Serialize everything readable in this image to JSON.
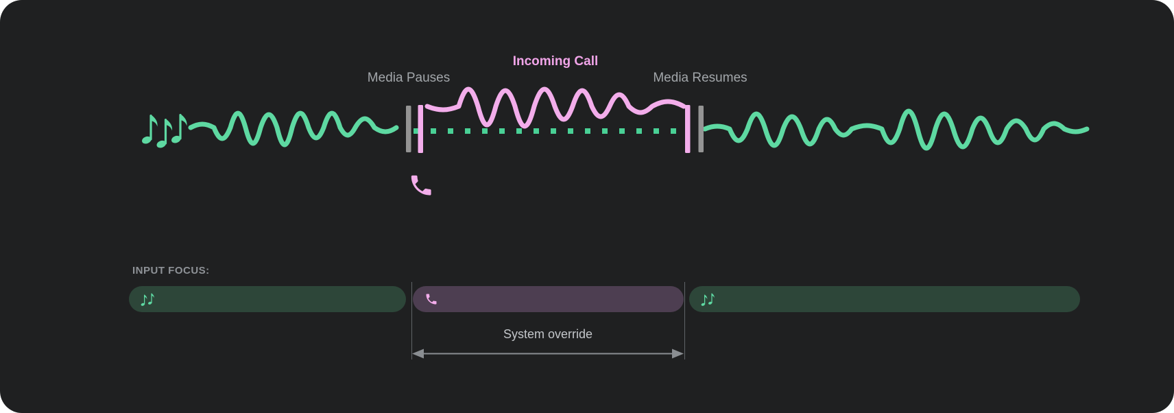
{
  "colors": {
    "page_bg": "#ffffff",
    "card_bg": "#1f2021",
    "media_green": "#5ed9a2",
    "dot_green": "#49d095",
    "call_pink": "#f3adeb",
    "incoming_pink": "#f0a4e8",
    "marker_gray": "#949494",
    "label_gray": "#a2a6aa",
    "system_override_gray": "#c3c6ca",
    "input_focus_gray": "#8e9297",
    "pill_green": "#2d4639",
    "pill_purple": "#4d3e51",
    "guide_gray": "#606468",
    "arrow_gray": "#8a8e92"
  },
  "timeline": {
    "media_pauses_label": "Media Pauses",
    "incoming_call_label": "Incoming Call",
    "media_resumes_label": "Media Resumes",
    "streams": [
      {
        "name": "media-audio",
        "icon": "music-notes-icon",
        "color_ref": "media_green",
        "style": "solid-wave"
      },
      {
        "name": "media-audio-paused",
        "icon": "music-notes-icon",
        "color_ref": "dot_green",
        "style": "dotted-line"
      },
      {
        "name": "call-audio",
        "icon": "phone-icon",
        "color_ref": "call_pink",
        "style": "solid-wave"
      }
    ]
  },
  "input_focus": {
    "label": "INPUT FOCUS:",
    "system_override_label": "System override",
    "segments": [
      {
        "name": "media-before",
        "kind": "media",
        "icon": "music-notes-icon",
        "color_ref": "pill_green"
      },
      {
        "name": "call-override",
        "kind": "call",
        "icon": "phone-icon",
        "color_ref": "pill_purple"
      },
      {
        "name": "media-after",
        "kind": "media",
        "icon": "music-notes-icon",
        "color_ref": "pill_green"
      }
    ]
  }
}
